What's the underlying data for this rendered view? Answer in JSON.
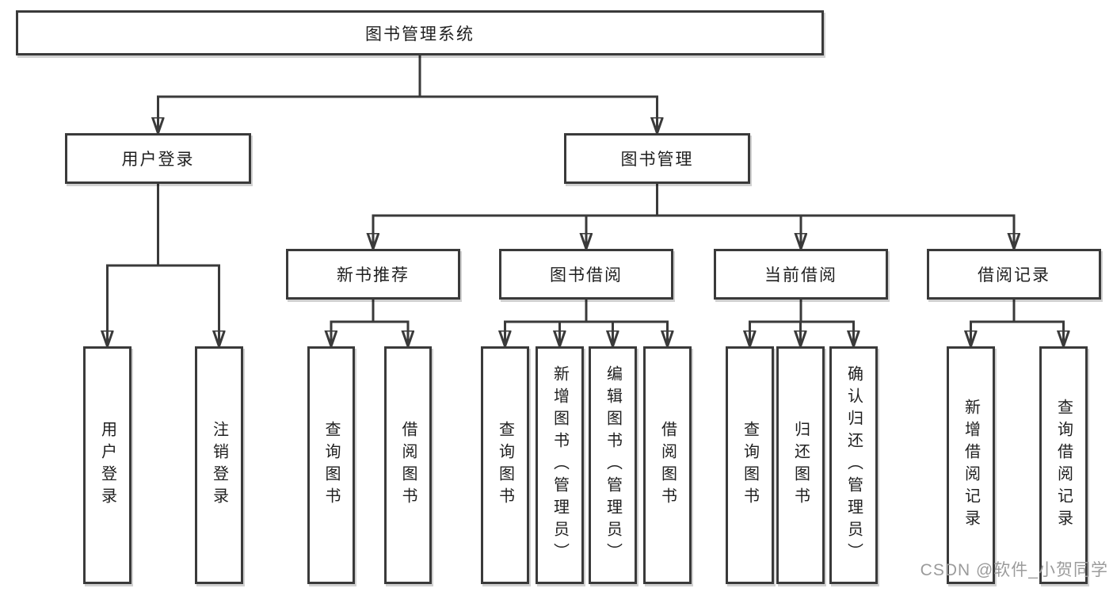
{
  "page": {
    "background": "#ffffff",
    "watermark": "CSDN @软件_小贺同学"
  },
  "colors": {
    "line": "#3a3a3a",
    "box_border": "#3a3a3a",
    "text": "#1f1f1f",
    "watermark": "#9b9b9b"
  },
  "nodes": {
    "root": {
      "label": "图书管理系统"
    },
    "user_login": {
      "label": "用户登录"
    },
    "book_mgmt": {
      "label": "图书管理"
    },
    "new_book_rec": {
      "label": "新书推荐"
    },
    "book_borrow": {
      "label": "图书借阅"
    },
    "current_borrow": {
      "label": "当前借阅"
    },
    "borrow_record": {
      "label": "借阅记录"
    },
    "leaves": {
      "user_login": [
        "用户登录",
        "注销登录"
      ],
      "new_book_rec": [
        "查询图书",
        "借阅图书"
      ],
      "book_borrow": [
        "查询图书",
        "新增图书（管理员）",
        "编辑图书（管理员）",
        "借阅图书"
      ],
      "current_borrow": [
        "查询图书",
        "归还图书",
        "确认归还（管理员）"
      ],
      "borrow_record": [
        "新增借阅记录",
        "查询借阅记录"
      ]
    }
  }
}
